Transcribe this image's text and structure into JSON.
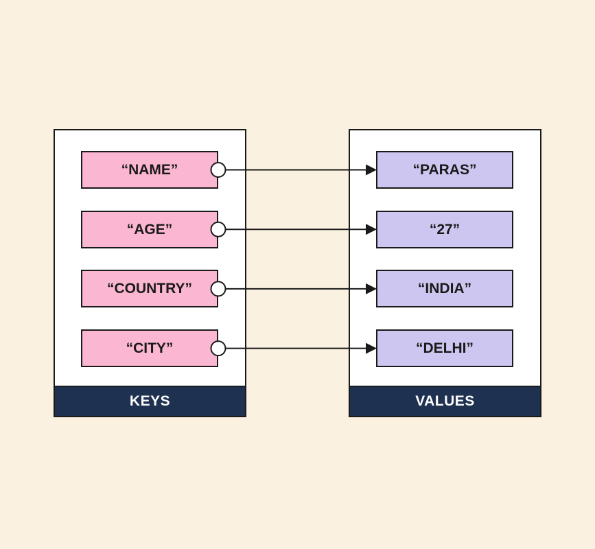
{
  "diagram": {
    "keys_panel_label": "KEYS",
    "values_panel_label": "VALUES",
    "pairs": [
      {
        "key": "“NAME”",
        "value": "“PARAS”"
      },
      {
        "key": "“AGE”",
        "value": "“27”"
      },
      {
        "key": "“COUNTRY”",
        "value": "“INDIA”"
      },
      {
        "key": "“CITY”",
        "value": "“DELHI”"
      }
    ]
  },
  "colors": {
    "background": "#FBF1E0",
    "panel_background": "#FFFFFF",
    "key_box_fill": "#FBB6D2",
    "value_box_fill": "#CDC6F0",
    "footer_fill": "#1E3151",
    "footer_text": "#FDFDFD",
    "border_and_line": "#1A1A1A",
    "connector_dot_fill": "#FFFFFF"
  }
}
